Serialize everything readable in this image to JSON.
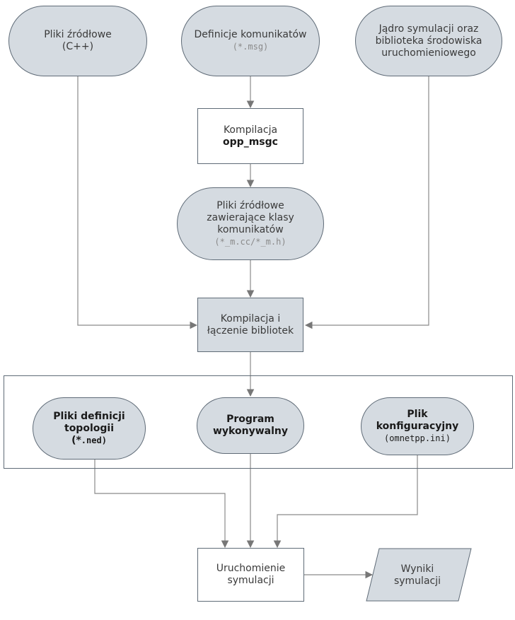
{
  "nodes": {
    "source_files": {
      "line1": "Pliki źródłowe",
      "line2": "(C++)"
    },
    "message_defs": {
      "line1": "Definicje komunikatów",
      "code": "(*.msg)"
    },
    "sim_kernel": {
      "line1": "Jądro symulacji oraz",
      "line2": "biblioteka środowiska",
      "line3": "uruchomieniowego"
    },
    "msgc_compile": {
      "line1": "Kompilacja",
      "line2": "opp_msgc"
    },
    "generated_sources": {
      "line1": "Pliki źródłowe",
      "line2": "zawierające klasy",
      "line3": "komunikatów",
      "code": "(*_m.cc/*_m.h)"
    },
    "compile_link": {
      "line1": "Kompilacja i",
      "line2": "łączenie bibliotek"
    },
    "topology_files": {
      "line1": "Pliki definicji",
      "line2": "topologii",
      "code_prefix": "(*",
      "code": ".ned)"
    },
    "executable": {
      "line1": "Program",
      "line2": "wykonywalny"
    },
    "config_file": {
      "line1": "Plik",
      "line2": "konfiguracyjny",
      "code": "(omnetpp.ini)"
    },
    "run_sim": {
      "line1": "Uruchomienie",
      "line2": "symulacji"
    },
    "results": {
      "line1": "Wyniki",
      "line2": "symulacji"
    }
  },
  "colors": {
    "fill": "#d5dbe1",
    "stroke": "#5f6b77",
    "arrow": "#777777"
  }
}
